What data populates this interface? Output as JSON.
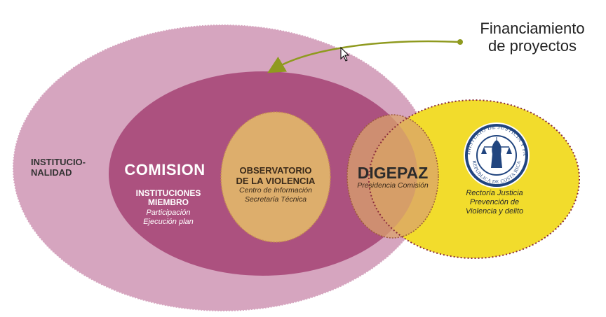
{
  "diagram": {
    "funding_label_line1": "Financiamiento",
    "funding_label_line2": "de proyectos",
    "institucionalidad_line1": "INSTITUCIO-",
    "institucionalidad_line2": "NALIDAD",
    "comision_title": "COMISION",
    "instituciones_line1": "INSTITUCIONES",
    "instituciones_line2": "MIEMBRO",
    "participacion": "Participación",
    "ejecucion": "Ejecución plan",
    "observatorio_line1": "OBSERVATORIO",
    "observatorio_line2": "DE LA VIOLENCIA",
    "centro": "Centro de Información",
    "secretaria": "Secretaría Técnica",
    "digepaz_title": "DIGEPAZ",
    "presidencia": "Presidencia Comisión",
    "rectoria_line1": "Rectoría Justicia",
    "rectoria_line2": "Prevención de",
    "rectoria_line3": "Violencia y delito",
    "seal_top_text": "MINISTERIO DE JUSTICIA Y PAZ",
    "seal_bottom_text": "REPUBLICA DE COSTA RICA"
  },
  "colors": {
    "institucionalidad": "#d6a5bf",
    "comision": "#a94a7a",
    "observatorio": "#ddae6c",
    "digepaz": "#f2dc2c",
    "overlap": "#c9905e",
    "arrow": "#8f9a1f",
    "seal_blue": "#21457f"
  },
  "icons": {
    "seal": "ministry-seal-icon",
    "cursor": "mouse-cursor-icon",
    "arrow": "curved-arrow-icon"
  }
}
